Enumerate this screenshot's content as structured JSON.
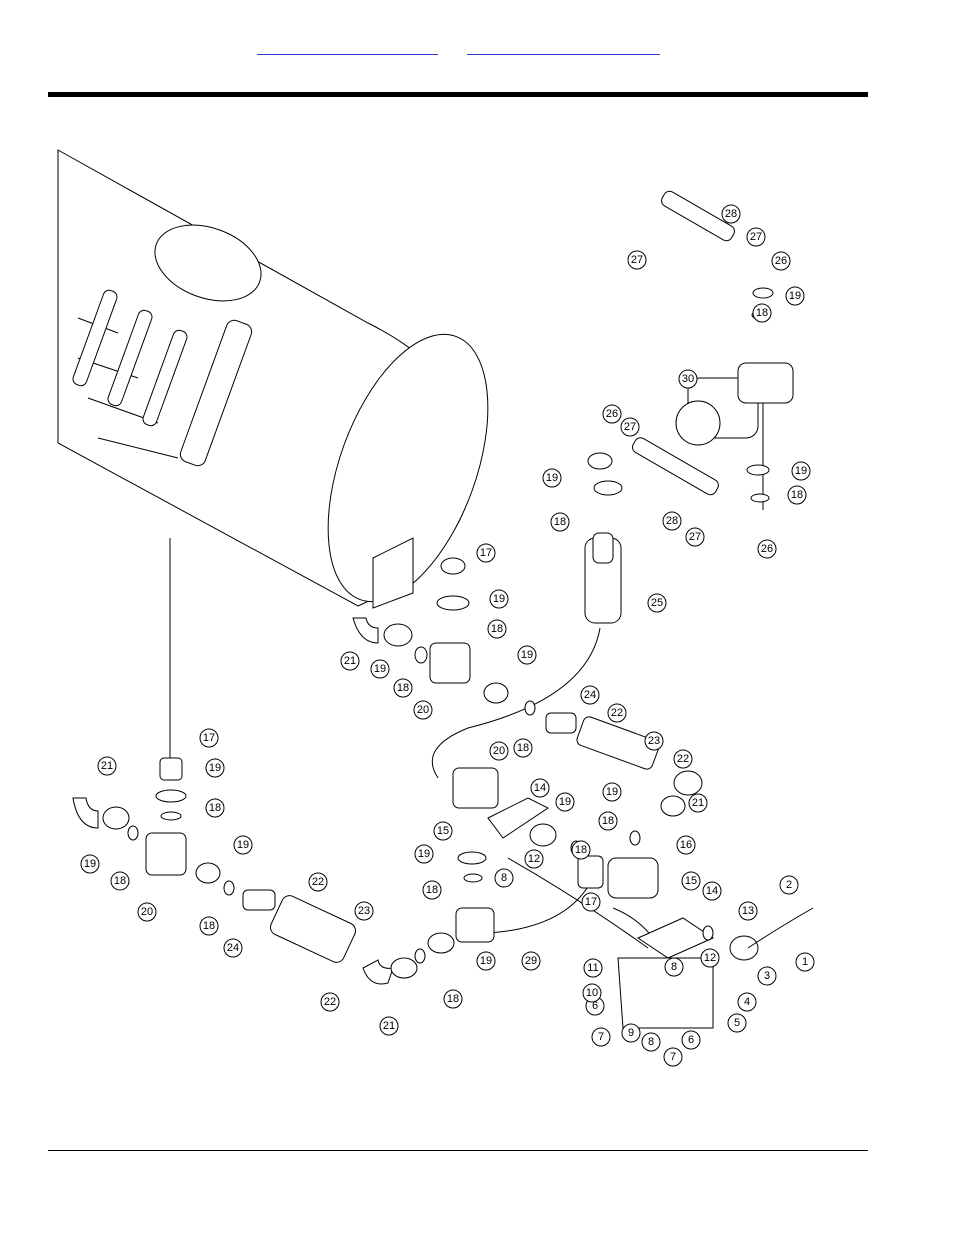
{
  "header": {
    "links": [
      {
        "label": ""
      },
      {
        "label": ""
      }
    ]
  },
  "callouts": [
    "1",
    "2",
    "3",
    "4",
    "5",
    "6",
    "7",
    "8",
    "9",
    "10",
    "11",
    "12",
    "13",
    "14",
    "15",
    "16",
    "17",
    "18",
    "19",
    "20",
    "21",
    "22",
    "23",
    "24",
    "25",
    "26",
    "27",
    "28",
    "29",
    "30"
  ]
}
